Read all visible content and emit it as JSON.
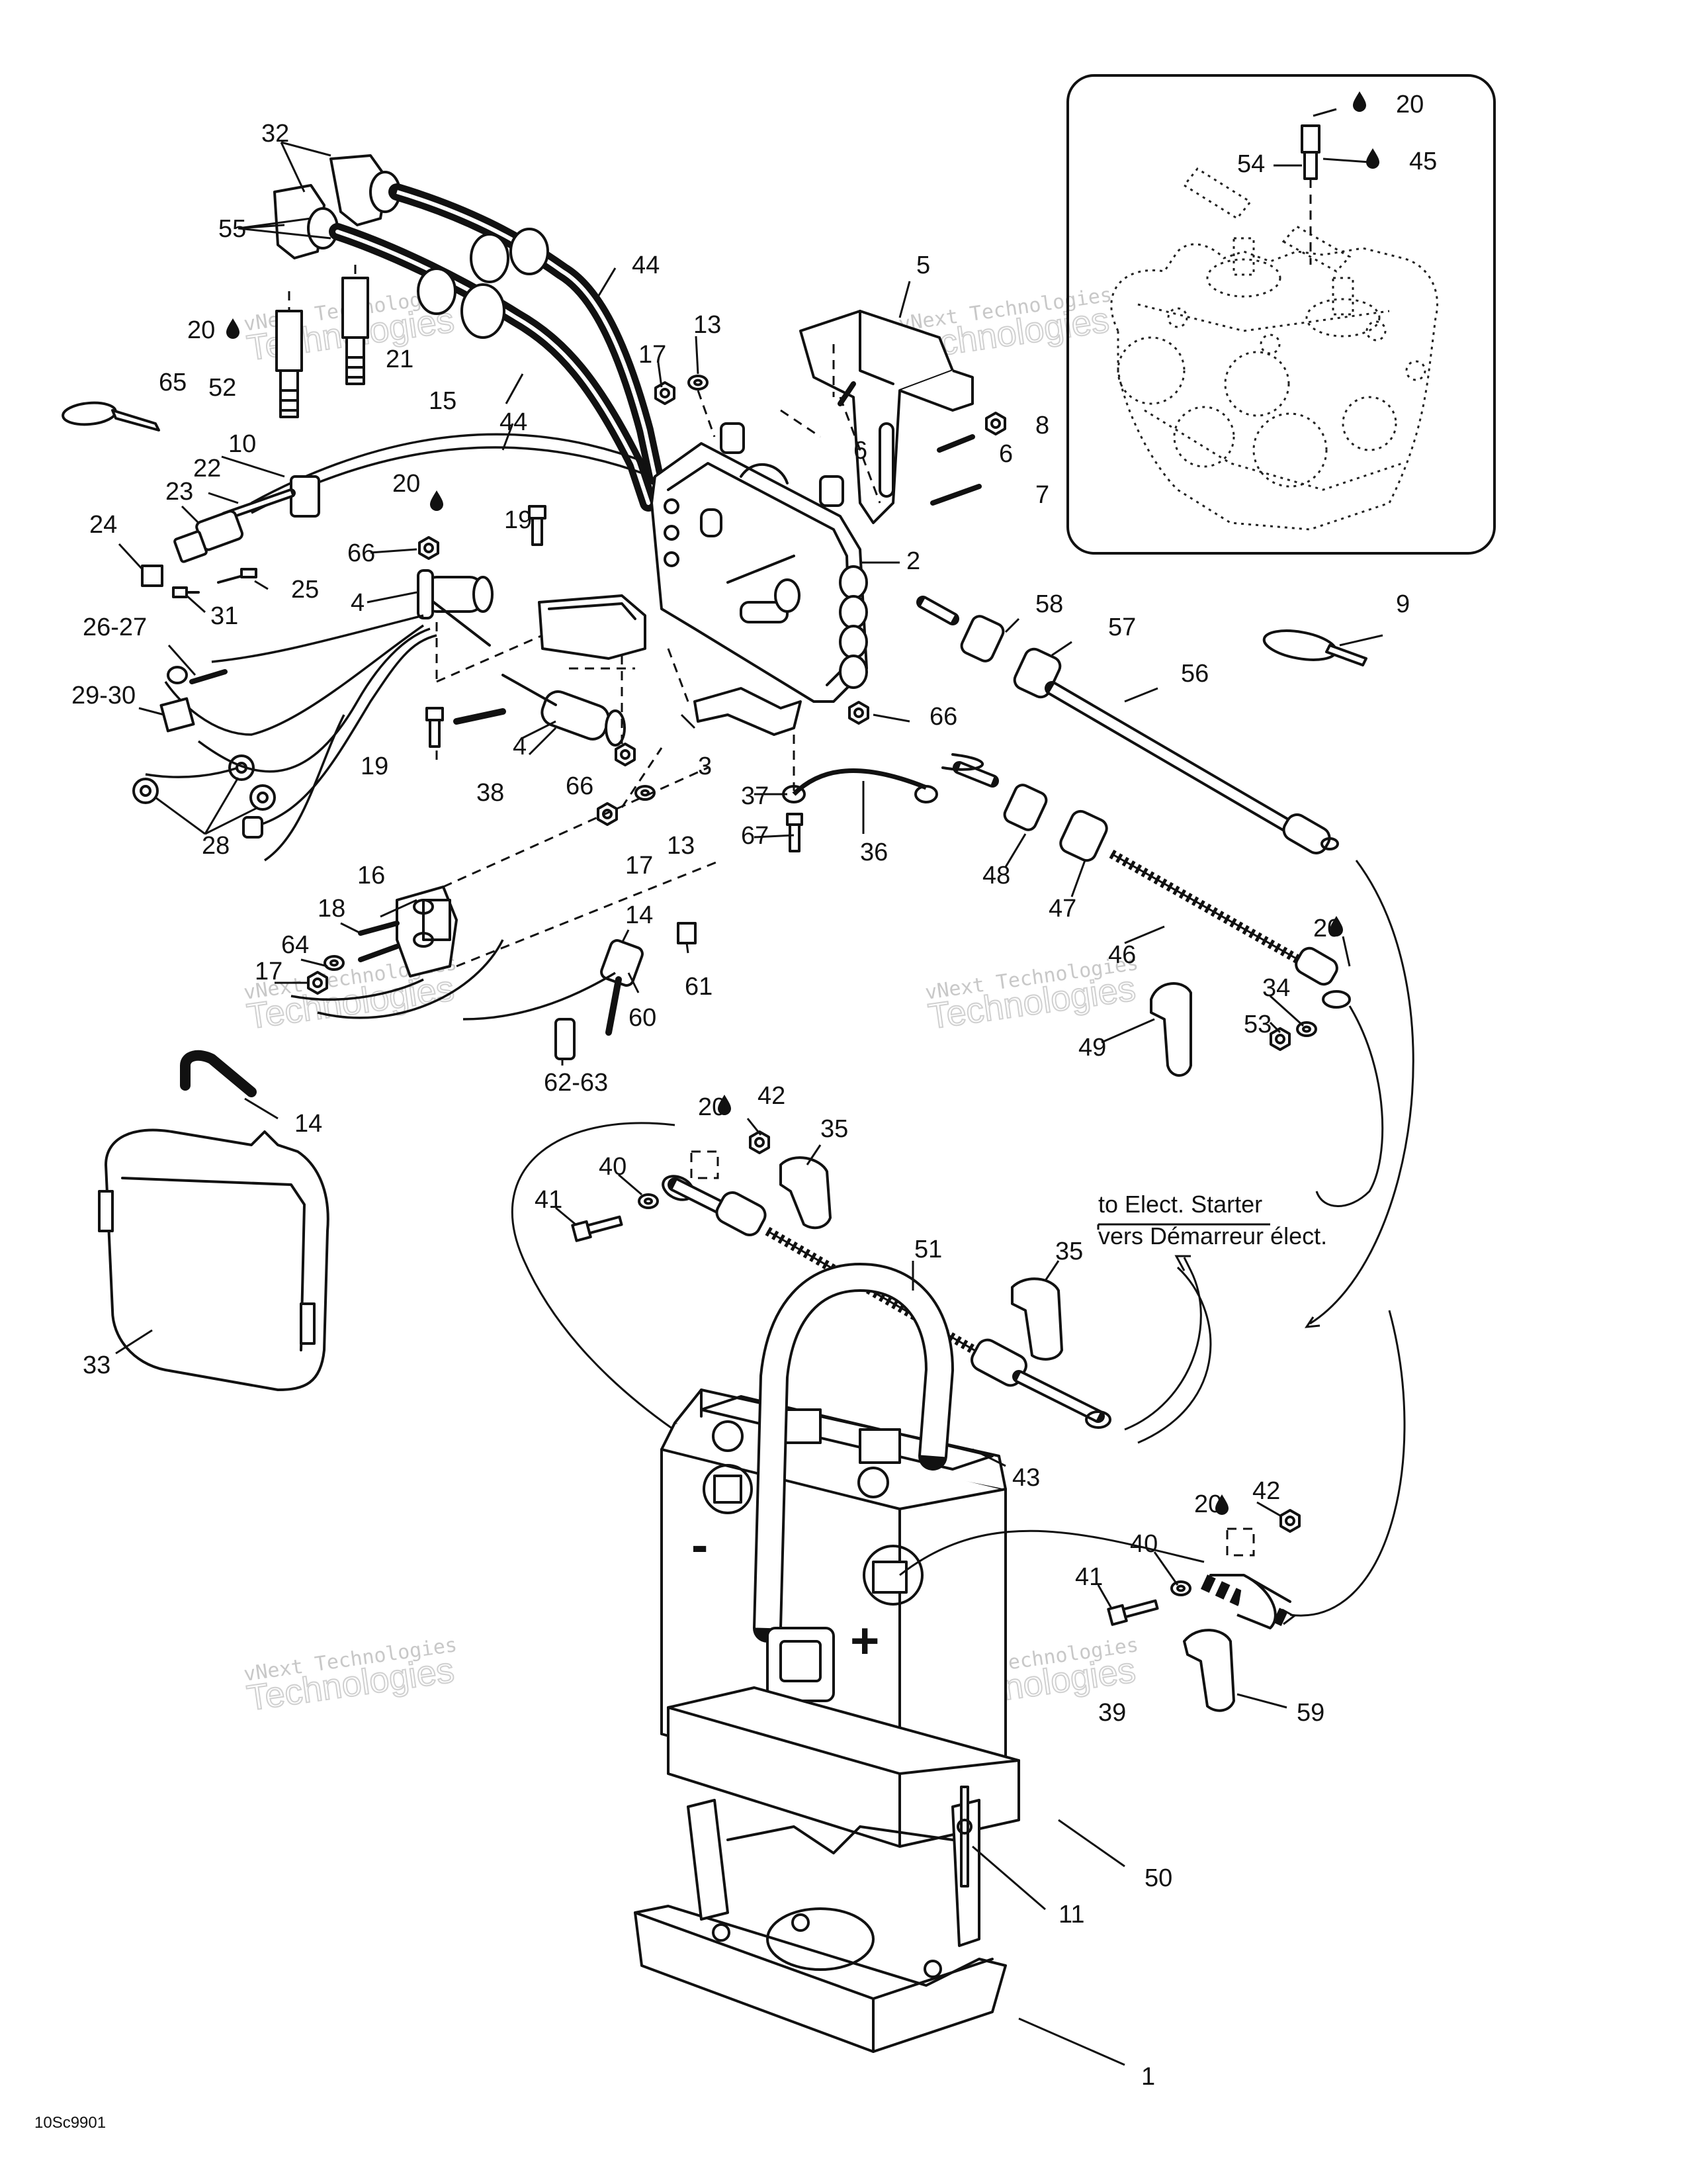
{
  "diagram": {
    "callouts": [
      {
        "id": "c-32",
        "text": "32"
      },
      {
        "id": "c-55",
        "text": "55"
      },
      {
        "id": "c-44a",
        "text": "44"
      },
      {
        "id": "c-44b",
        "text": "44"
      },
      {
        "id": "c-5",
        "text": "5"
      },
      {
        "id": "c-13a",
        "text": "13"
      },
      {
        "id": "c-17a",
        "text": "17"
      },
      {
        "id": "c-20a",
        "text": "20"
      },
      {
        "id": "c-21",
        "text": "21"
      },
      {
        "id": "c-52",
        "text": "52"
      },
      {
        "id": "c-15",
        "text": "15"
      },
      {
        "id": "c-65",
        "text": "65"
      },
      {
        "id": "c-10",
        "text": "10"
      },
      {
        "id": "c-22",
        "text": "22"
      },
      {
        "id": "c-23",
        "text": "23"
      },
      {
        "id": "c-24",
        "text": "24"
      },
      {
        "id": "c-25",
        "text": "25"
      },
      {
        "id": "c-31",
        "text": "31"
      },
      {
        "id": "c-20b",
        "text": "20"
      },
      {
        "id": "c-19a",
        "text": "19"
      },
      {
        "id": "c-66a",
        "text": "66"
      },
      {
        "id": "c-4a",
        "text": "4"
      },
      {
        "id": "c-6a",
        "text": "6"
      },
      {
        "id": "c-6b",
        "text": "6"
      },
      {
        "id": "c-8",
        "text": "8"
      },
      {
        "id": "c-7",
        "text": "7"
      },
      {
        "id": "c-2",
        "text": "2"
      },
      {
        "id": "c-26-27",
        "text": "26-27"
      },
      {
        "id": "c-29-30",
        "text": "29-30"
      },
      {
        "id": "c-4b",
        "text": "4"
      },
      {
        "id": "c-19b",
        "text": "19"
      },
      {
        "id": "c-38",
        "text": "38"
      },
      {
        "id": "c-66b",
        "text": "66"
      },
      {
        "id": "c-3",
        "text": "3"
      },
      {
        "id": "c-66c",
        "text": "66"
      },
      {
        "id": "c-28",
        "text": "28"
      },
      {
        "id": "c-17b",
        "text": "17"
      },
      {
        "id": "c-13b",
        "text": "13"
      },
      {
        "id": "c-37",
        "text": "37"
      },
      {
        "id": "c-67",
        "text": "67"
      },
      {
        "id": "c-36",
        "text": "36"
      },
      {
        "id": "c-58",
        "text": "58"
      },
      {
        "id": "c-57",
        "text": "57"
      },
      {
        "id": "c-56",
        "text": "56"
      },
      {
        "id": "c-9",
        "text": "9"
      },
      {
        "id": "c-16",
        "text": "16"
      },
      {
        "id": "c-18",
        "text": "18"
      },
      {
        "id": "c-64",
        "text": "64"
      },
      {
        "id": "c-17c",
        "text": "17"
      },
      {
        "id": "c-14a",
        "text": "14"
      },
      {
        "id": "c-61",
        "text": "61"
      },
      {
        "id": "c-60",
        "text": "60"
      },
      {
        "id": "c-62-63",
        "text": "62-63"
      },
      {
        "id": "c-48",
        "text": "48"
      },
      {
        "id": "c-47",
        "text": "47"
      },
      {
        "id": "c-46",
        "text": "46"
      },
      {
        "id": "c-20c",
        "text": "20"
      },
      {
        "id": "c-34",
        "text": "34"
      },
      {
        "id": "c-53",
        "text": "53"
      },
      {
        "id": "c-49",
        "text": "49"
      },
      {
        "id": "c-14b",
        "text": "14"
      },
      {
        "id": "c-33",
        "text": "33"
      },
      {
        "id": "c-20d",
        "text": "20"
      },
      {
        "id": "c-42a",
        "text": "42"
      },
      {
        "id": "c-35a",
        "text": "35"
      },
      {
        "id": "c-40a",
        "text": "40"
      },
      {
        "id": "c-41a",
        "text": "41"
      },
      {
        "id": "c-51",
        "text": "51"
      },
      {
        "id": "c-35b",
        "text": "35"
      },
      {
        "id": "c-43",
        "text": "43"
      },
      {
        "id": "c-20e",
        "text": "20"
      },
      {
        "id": "c-42b",
        "text": "42"
      },
      {
        "id": "c-40b",
        "text": "40"
      },
      {
        "id": "c-41b",
        "text": "41"
      },
      {
        "id": "c-39",
        "text": "39"
      },
      {
        "id": "c-59",
        "text": "59"
      },
      {
        "id": "c-50",
        "text": "50"
      },
      {
        "id": "c-11",
        "text": "11"
      },
      {
        "id": "c-1",
        "text": "1"
      },
      {
        "id": "c-20f",
        "text": "20"
      },
      {
        "id": "c-54",
        "text": "54"
      },
      {
        "id": "c-45",
        "text": "45"
      }
    ],
    "notes": {
      "starter_en": "to Elect. Starter",
      "starter_fr": "vers Démarreur élect."
    },
    "polarity": {
      "negative": "-",
      "positive": "+"
    },
    "figure_ref": "10Sc9901",
    "watermark": {
      "line1": "vNext Technologies",
      "line2": "Technologies"
    },
    "icons": {
      "oil_drop": "oil-drop-icon"
    }
  }
}
